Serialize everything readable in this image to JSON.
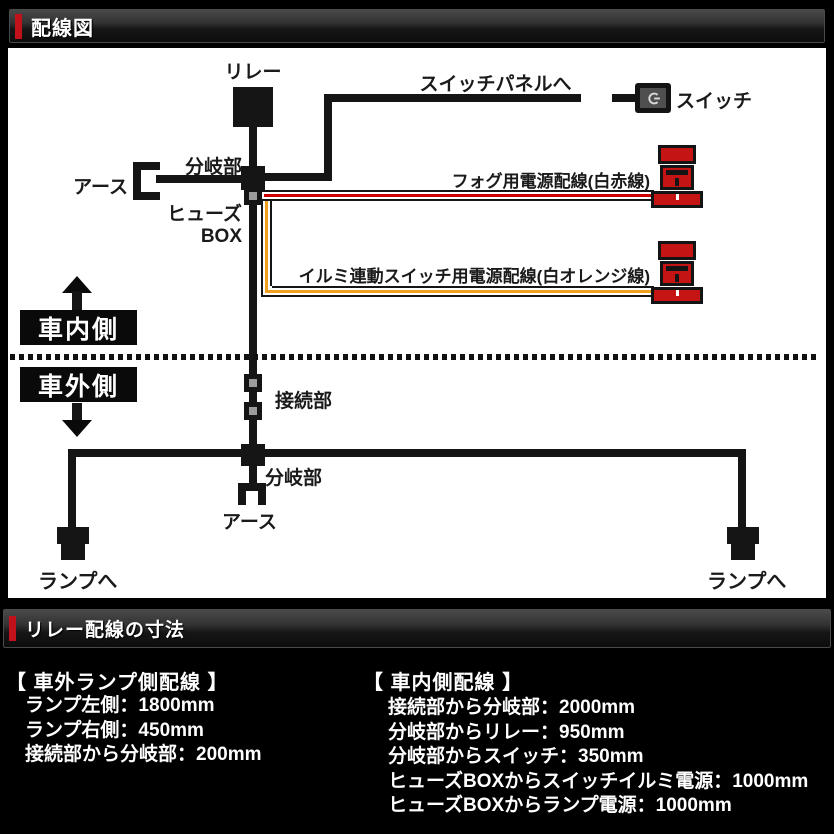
{
  "colors": {
    "accent_red": "#c1121c",
    "connector_red": "#c41414",
    "fog_stripe": "#cc0000",
    "illumi_stripe": "#f0a01e",
    "panel_bg": "#ffffff",
    "page_bg": "#000000"
  },
  "header": {
    "title": "配線図"
  },
  "diagram": {
    "relay_label": "リレー",
    "switch_panel_label": "スイッチパネルへ",
    "switch_label": "スイッチ",
    "earth_top_label": "アース",
    "branch_top_label": "分岐部",
    "fuse_box_label_line1": "ヒューズ",
    "fuse_box_label_line2": "BOX",
    "fog_wire_label": "フォグ用電源配線(白赤線)",
    "illumi_wire_label": "イルミ連動スイッチ用電源配線(白オレンジ線)",
    "interior_label": "車内側",
    "exterior_label": "車外側",
    "connection_label": "接続部",
    "branch_bottom_label": "分岐部",
    "earth_bottom_label": "アース",
    "lamp_left_label": "ランプへ",
    "lamp_right_label": "ランプへ"
  },
  "dims": {
    "title": "リレー配線の寸法",
    "left": {
      "heading": "【 車外ランプ側配線 】",
      "items": [
        "ランプ左側：1800mm",
        "ランプ右側：450mm",
        "接続部から分岐部：200mm"
      ]
    },
    "right": {
      "heading": "【 車内側配線 】",
      "items": [
        "接続部から分岐部：2000mm",
        "分岐部からリレー：950mm",
        "分岐部からスイッチ：350mm",
        "ヒューズBOXからスイッチイルミ電源：1000mm",
        "ヒューズBOXからランプ電源：1000mm"
      ]
    }
  }
}
